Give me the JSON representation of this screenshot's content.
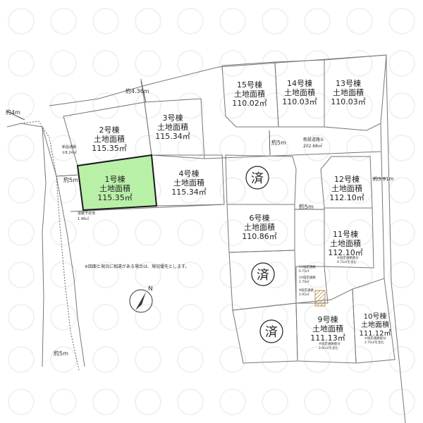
{
  "lots": [
    {
      "id": "lot-1",
      "name": "1号棟",
      "area_label": "土地面積",
      "area": "115.35㎡",
      "highlight": true
    },
    {
      "id": "lot-2",
      "name": "2号棟",
      "area_label": "土地面積",
      "area": "115.35㎡"
    },
    {
      "id": "lot-3",
      "name": "3号棟",
      "area_label": "土地面積",
      "area": "115.34㎡"
    },
    {
      "id": "lot-4",
      "name": "4号棟",
      "area_label": "土地面積",
      "area": "115.34㎡"
    },
    {
      "id": "lot-6",
      "name": "6号棟",
      "area_label": "土地面積",
      "area": "110.86㎡"
    },
    {
      "id": "lot-9",
      "name": "9号棟",
      "area_label": "土地面積",
      "area": "111.13㎡"
    },
    {
      "id": "lot-10",
      "name": "10号棟",
      "area_label": "土地面積",
      "area": "111.12㎡"
    },
    {
      "id": "lot-11",
      "name": "11号棟",
      "area_label": "土地面積",
      "area": "112.10㎡"
    },
    {
      "id": "lot-12",
      "name": "12号棟",
      "area_label": "土地面積",
      "area": "112.10㎡"
    },
    {
      "id": "lot-13",
      "name": "13号棟",
      "area_label": "土地面積",
      "area": "110.03㎡"
    },
    {
      "id": "lot-14",
      "name": "14号棟",
      "area_label": "土地面積",
      "area": "110.03㎡"
    },
    {
      "id": "lot-15",
      "name": "15号棟",
      "area_label": "土地面積",
      "area": "110.02㎡"
    }
  ],
  "sold_mark": "済",
  "widths": {
    "w_4m": "約4m",
    "w_436": "約4.36m",
    "w_5_left": "約5m",
    "w_5_road": "約5m",
    "w_5_mid": "約5m",
    "w_391": "約3.91m",
    "w_5_bottom": "約5m"
  },
  "road": {
    "label": "新設道路①",
    "area": "202.68㎡"
  },
  "small_labels": {
    "shinsetsu_top": "新設通路",
    "shinsetsu_top_area": "②8.24㎡",
    "plan_road": "道路予定地",
    "plan_road_area": "1.48㎡",
    "kyotei_11": "11協定通路",
    "kyotei_11_area": "0.75㎡",
    "kyotei_10": "10協定通路",
    "kyotei_10_area": "2.70㎡",
    "kyotei_9": "9協定通路",
    "kyotei_9_area": "2.95㎡",
    "lot11_note": "※協定通路部分",
    "lot11_note2": "0.75㎡を含む",
    "lot9_note": "※協定通路部分",
    "lot9_note2": "2.95㎡を含む",
    "lot10_note": "※協定通路部分",
    "lot10_note2": "2.70㎡を含む"
  },
  "disclaimer": "※図面と現況に相違がある場合は、現況優先とします。",
  "north": "N",
  "colors": {
    "highlight_fill": "#b9f0a8",
    "highlight_stroke": "#1a1a1a",
    "line": "#777777",
    "text": "#222222"
  }
}
